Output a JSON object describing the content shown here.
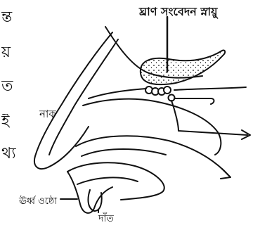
{
  "margin_fragments": [
    "ন্ত",
    "য়",
    "ত",
    "ই",
    "থ্য"
  ],
  "labels": {
    "olfactory_nerve": "ঘ্রাণ সংবেদন স্নায়ু",
    "nose": "নাক",
    "upper_lip": "ঊর্ধ্ব ওষ্ঠো",
    "teeth": "দাঁত"
  },
  "colors": {
    "line": "#111111",
    "background": "#ffffff"
  }
}
